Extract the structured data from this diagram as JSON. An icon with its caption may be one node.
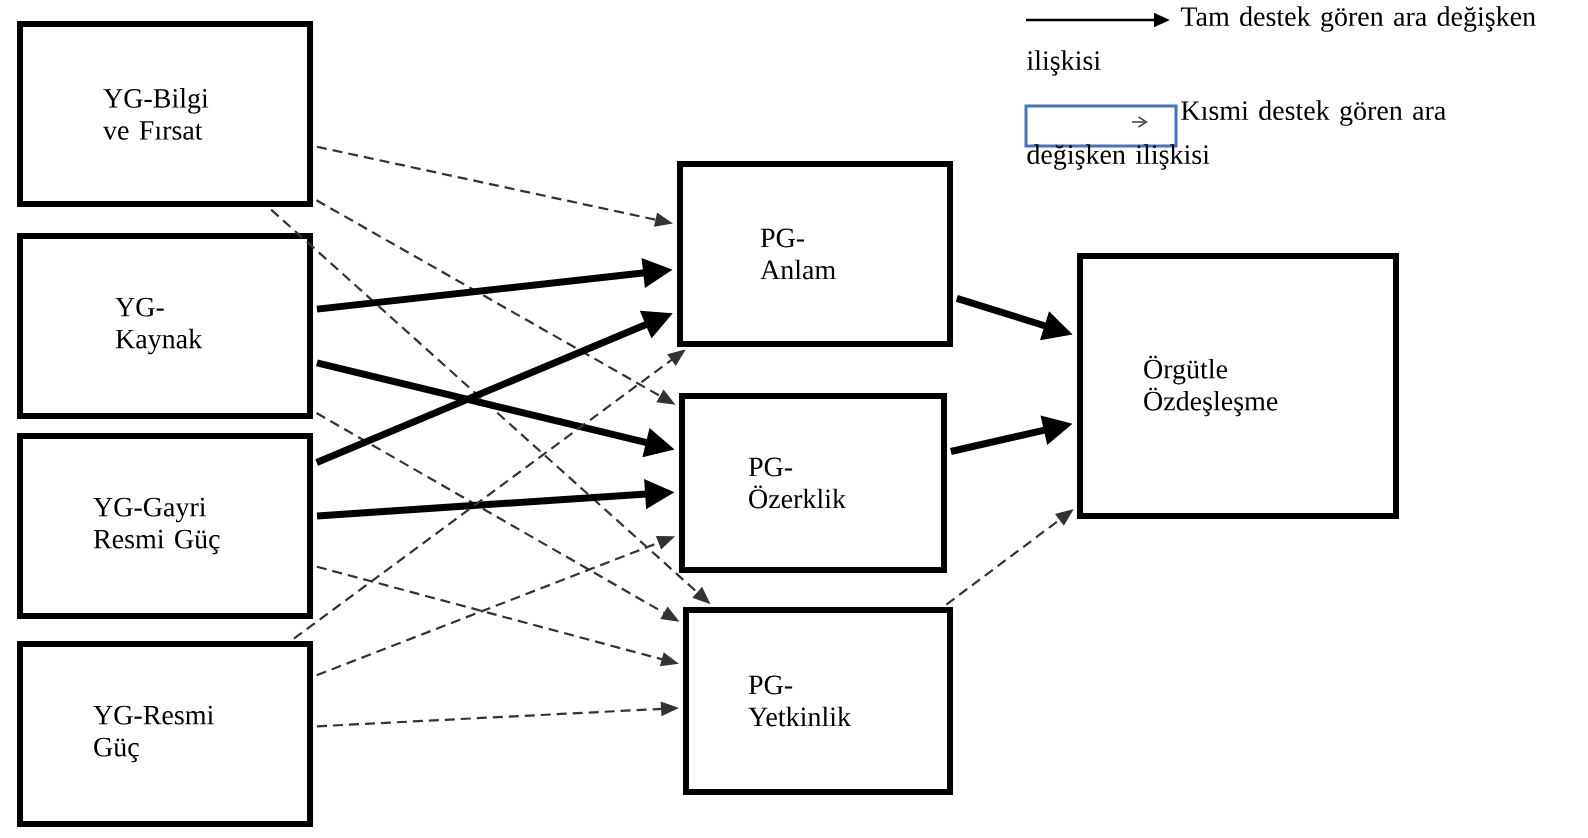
{
  "diagram": {
    "nodes": [
      {
        "text": [
          "YG-Bilgi ve Fırsat"
        ]
      },
      {
        "text": [
          "YG-Kaynak"
        ]
      },
      {
        "text": [
          "YG-Gayri Resmi Güç"
        ]
      },
      {
        "text": [
          "YG-Resmi Güç"
        ]
      },
      {
        "text": [
          "PG-Anlam"
        ]
      },
      {
        "text": [
          "PG-Özerklik"
        ]
      },
      {
        "text": [
          "PG-Yetkinlik"
        ]
      },
      {
        "text": [
          "Örgütle Özdeşleşme"
        ]
      }
    ],
    "edges": [
      {
        "from": 0,
        "to": 4,
        "arrow": "to",
        "style": "dashed"
      },
      {
        "from": 0,
        "to": 5,
        "arrow": "to",
        "style": "dashed"
      },
      {
        "from": 0,
        "to": 6,
        "arrow": "to",
        "style": "dashed"
      },
      {
        "from": 1,
        "to": 4,
        "arrow": "to",
        "style": "thick"
      },
      {
        "from": 1,
        "to": 5,
        "arrow": "to",
        "style": "thick"
      },
      {
        "from": 1,
        "to": 6,
        "arrow": "to",
        "style": "dashed"
      },
      {
        "from": 2,
        "to": 4,
        "arrow": "to",
        "style": "thick"
      },
      {
        "from": 2,
        "to": 5,
        "arrow": "to",
        "style": "thick"
      },
      {
        "from": 2,
        "to": 6,
        "arrow": "to",
        "style": "dashed"
      },
      {
        "from": 3,
        "to": 4,
        "arrow": "to",
        "style": "dashed"
      },
      {
        "from": 3,
        "to": 5,
        "arrow": "to",
        "style": "dashed"
      },
      {
        "from": 3,
        "to": 6,
        "arrow": "to",
        "style": "dashed"
      },
      {
        "from": 4,
        "to": 7,
        "arrow": "to",
        "style": "thick"
      },
      {
        "from": 5,
        "to": 7,
        "arrow": "to",
        "style": "thick"
      },
      {
        "from": 6,
        "to": 7,
        "arrow": "to",
        "style": "dashed"
      }
    ],
    "legend": [
      {
        "text": "Tam destek gören ara değişken ilişkisi"
      },
      {
        "text": "Kısmi destek gören ara değişken ilişkisi"
      }
    ]
  }
}
